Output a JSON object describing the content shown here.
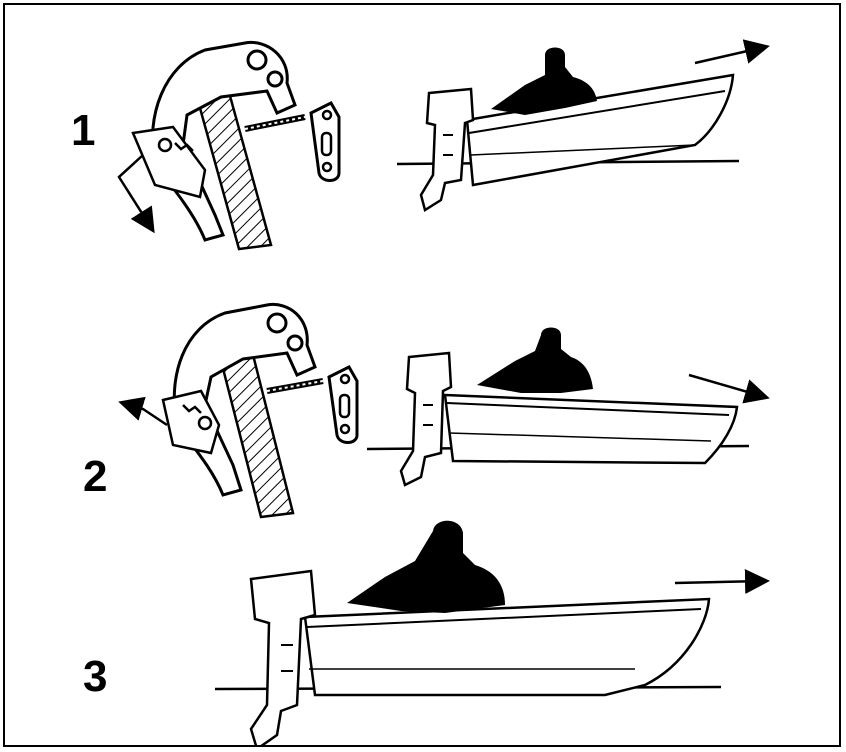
{
  "steps": [
    {
      "number": "1",
      "boat_direction": "forward",
      "tilt": "bow-up"
    },
    {
      "number": "2",
      "boat_direction": "forward",
      "tilt": "bow-down"
    },
    {
      "number": "3",
      "boat_direction": "forward",
      "tilt": "level"
    }
  ],
  "colors": {
    "line": "#000000",
    "background": "#ffffff",
    "hatch": "#000000"
  }
}
